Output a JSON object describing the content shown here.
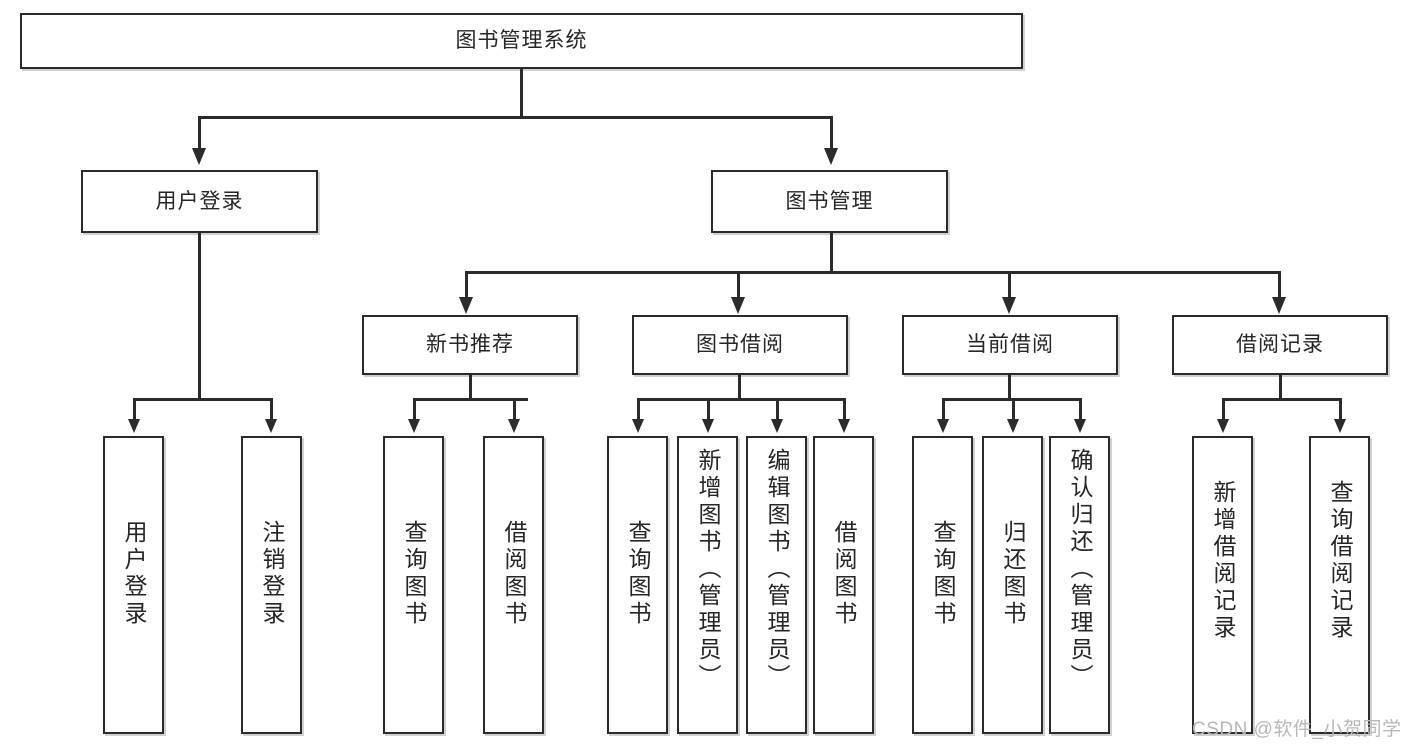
{
  "diagram": {
    "type": "tree-hierarchy-flowchart",
    "title": "图书管理系统",
    "root": {
      "id": "root",
      "label": "图书管理系统"
    },
    "level1": [
      {
        "id": "user-login",
        "label": "用户登录"
      },
      {
        "id": "book-management",
        "label": "图书管理"
      }
    ],
    "level2": [
      {
        "id": "new-book-recommend",
        "label": "新书推荐",
        "parent": "book-management"
      },
      {
        "id": "book-borrow",
        "label": "图书借阅",
        "parent": "book-management"
      },
      {
        "id": "current-borrow",
        "label": "当前借阅",
        "parent": "book-management"
      },
      {
        "id": "borrow-record",
        "label": "借阅记录",
        "parent": "book-management"
      }
    ],
    "leaves": {
      "user-login": [
        {
          "id": "leaf-user-login",
          "label": "用户登录"
        },
        {
          "id": "leaf-user-logout",
          "label": "注销登录"
        }
      ],
      "new-book-recommend": [
        {
          "id": "leaf-query-book-1",
          "label": "查询图书"
        },
        {
          "id": "leaf-borrow-book-1",
          "label": "借阅图书"
        }
      ],
      "book-borrow": [
        {
          "id": "leaf-query-book-2",
          "label": "查询图书"
        },
        {
          "id": "leaf-add-book-admin",
          "label": "新增图书（管理员）"
        },
        {
          "id": "leaf-edit-book-admin",
          "label": "编辑图书（管理员）"
        },
        {
          "id": "leaf-borrow-book-2",
          "label": "借阅图书"
        }
      ],
      "current-borrow": [
        {
          "id": "leaf-query-book-3",
          "label": "查询图书"
        },
        {
          "id": "leaf-return-book",
          "label": "归还图书"
        },
        {
          "id": "leaf-confirm-return-admin",
          "label": "确认归还（管理员）"
        }
      ],
      "borrow-record": [
        {
          "id": "leaf-add-borrow-record",
          "label": "新增借阅记录"
        },
        {
          "id": "leaf-query-borrow-record",
          "label": "查询借阅记录"
        }
      ]
    },
    "watermark": "CSDN @软件_小贺同学",
    "colors": {
      "stroke": "#2b2b2b",
      "fill": "#ffffff",
      "text": "#262626",
      "watermark": "#b8b8b8"
    }
  }
}
